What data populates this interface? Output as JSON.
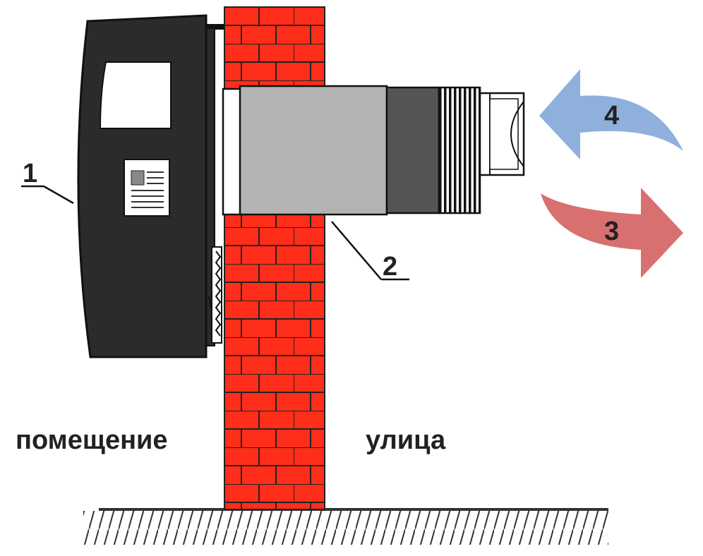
{
  "labels": {
    "unit": "1",
    "duct": "2",
    "supply_arrow": "3",
    "exhaust_arrow": "4"
  },
  "zones": {
    "indoor": "помещение",
    "outdoor": "улица"
  },
  "colors": {
    "brick": "#ff2e1a",
    "mortar": "#222222",
    "unit_body": "#2b2b2b",
    "duct_main": "#b3b3b3",
    "duct_dark": "#555555",
    "supply_arrow": "#d97070",
    "exhaust_arrow": "#8fb0dc"
  },
  "icons": {
    "unit_panel": "document-icon",
    "arrow_3": "arrow-right-icon",
    "arrow_4": "arrow-left-icon"
  }
}
